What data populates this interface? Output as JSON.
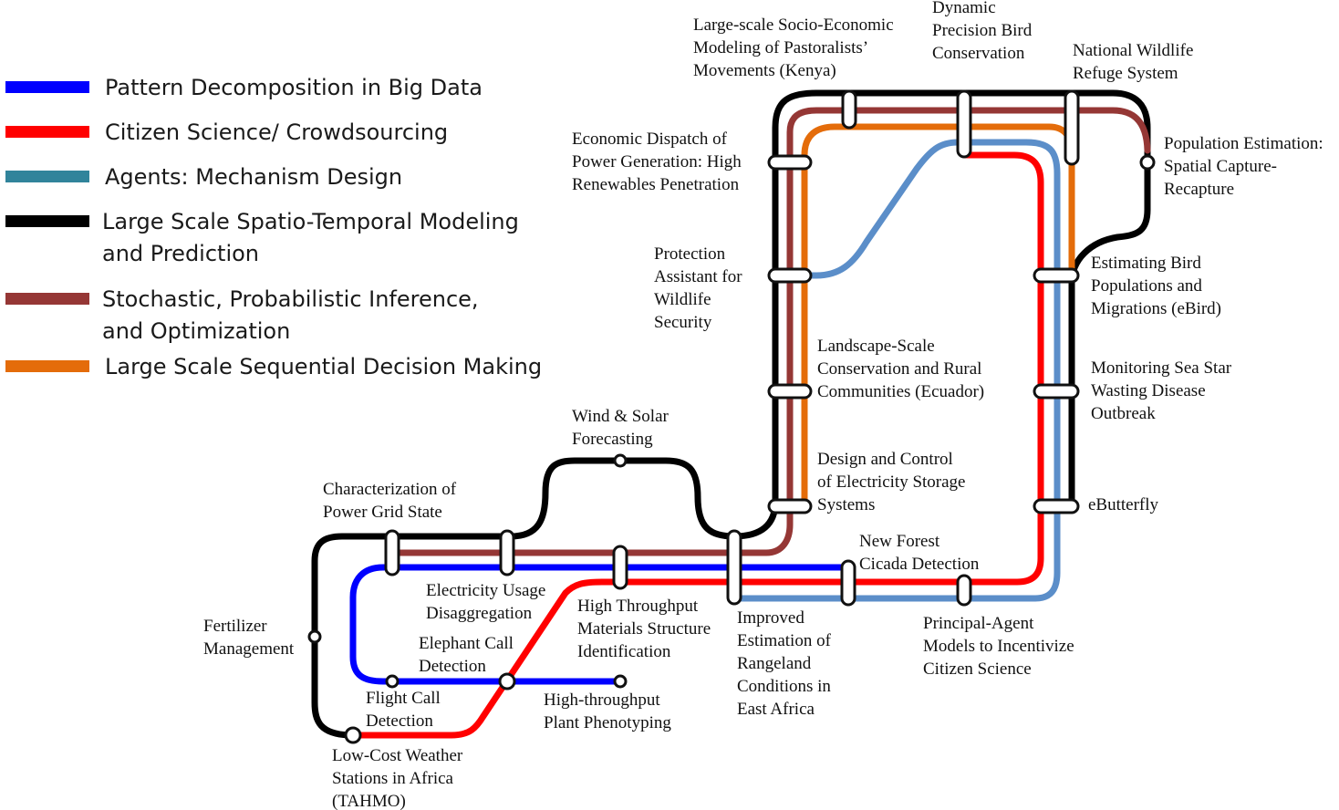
{
  "colors": {
    "pattern": "#0000ff",
    "citizen": "#ff0000",
    "agents": "#31849b",
    "spatio": "#000000",
    "stochastic": "#953735",
    "sequential": "#e46c0a",
    "routeBlue": "#5b8ec9"
  },
  "legend": [
    {
      "lines": [
        "Pattern Decomposition in Big Data"
      ],
      "color": "#0000ff"
    },
    {
      "lines": [
        "Citizen Science/ Crowdsourcing"
      ],
      "color": "#ff0000"
    },
    {
      "lines": [
        "Agents: Mechanism Design"
      ],
      "color": "#31849b"
    },
    {
      "lines": [
        "Large Scale Spatio-Temporal Modeling",
        "and Prediction"
      ],
      "color": "#000000"
    },
    {
      "lines": [
        "Stochastic, Probabilistic Inference,",
        "and Optimization"
      ],
      "color": "#953735"
    },
    {
      "lines": [
        "Large Scale Sequential Decision Making"
      ],
      "color": "#e46c0a"
    }
  ],
  "stations": [
    {
      "id": "socio-economic",
      "lines": [
        "Large-scale Socio-Economic",
        "Modeling of Pastoralists’",
        "Movements (Kenya)"
      ]
    },
    {
      "id": "bird-conservation",
      "lines": [
        "Dynamic",
        "Precision Bird",
        "Conservation"
      ]
    },
    {
      "id": "wildlife-refuge",
      "lines": [
        "National Wildlife",
        "Refuge System"
      ]
    },
    {
      "id": "population-estimation",
      "lines": [
        "Population Estimation:",
        "Spatial Capture-",
        "Recapture"
      ]
    },
    {
      "id": "economic-dispatch",
      "lines": [
        "Economic Dispatch of",
        "Power Generation: High",
        "Renewables Penetration"
      ]
    },
    {
      "id": "protection-assistant",
      "lines": [
        "Protection",
        "Assistant for",
        "Wildlife",
        "Security"
      ]
    },
    {
      "id": "ebird",
      "lines": [
        "Estimating Bird",
        "Populations and",
        "Migrations (eBird)"
      ]
    },
    {
      "id": "landscape",
      "lines": [
        "Landscape-Scale",
        "Conservation and Rural",
        "Communities (Ecuador)"
      ]
    },
    {
      "id": "sea-star",
      "lines": [
        "Monitoring Sea Star",
        "Wasting Disease",
        "Outbreak"
      ]
    },
    {
      "id": "wind-solar",
      "lines": [
        "Wind & Solar",
        "Forecasting"
      ]
    },
    {
      "id": "storage",
      "lines": [
        "Design and Control",
        "of Electricity Storage",
        "Systems"
      ]
    },
    {
      "id": "ebutterfly",
      "lines": [
        "eButterfly"
      ]
    },
    {
      "id": "grid-state",
      "lines": [
        "Characterization of",
        "Power Grid State"
      ]
    },
    {
      "id": "cicada",
      "lines": [
        "New Forest",
        "Cicada Detection"
      ]
    },
    {
      "id": "disaggregation",
      "lines": [
        "Electricity Usage",
        "Disaggregation"
      ]
    },
    {
      "id": "materials",
      "lines": [
        "High Throughput",
        "Materials Structure",
        "Identification"
      ]
    },
    {
      "id": "fertilizer",
      "lines": [
        "Fertilizer",
        "Management"
      ]
    },
    {
      "id": "elephant",
      "lines": [
        "Elephant Call",
        "Detection"
      ]
    },
    {
      "id": "rangeland",
      "lines": [
        "Improved",
        "Estimation of",
        "Rangeland",
        "Conditions in",
        "East Africa"
      ]
    },
    {
      "id": "principal-agent",
      "lines": [
        "Principal-Agent",
        "Models to Incentivize",
        "Citizen Science"
      ]
    },
    {
      "id": "flight-call",
      "lines": [
        "Flight Call",
        "Detection"
      ]
    },
    {
      "id": "plant-phenotyping",
      "lines": [
        "High-throughput",
        "Plant Phenotyping"
      ]
    },
    {
      "id": "tahmo",
      "lines": [
        "Low-Cost Weather",
        "Stations in Africa",
        "(TAHMO)"
      ]
    }
  ]
}
